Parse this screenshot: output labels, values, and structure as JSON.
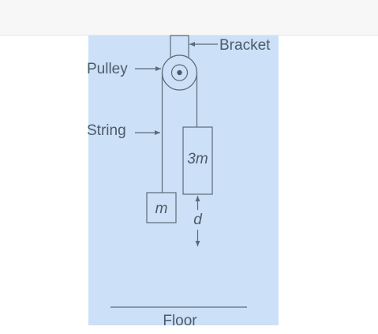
{
  "diagram": {
    "labels": {
      "bracket": "Bracket",
      "pulley": "Pulley",
      "string": "String",
      "heavy_mass": "3m",
      "light_mass": "m",
      "distance": "d",
      "floor": "Floor"
    },
    "colors": {
      "panel": "#cce1f7",
      "line": "#5c6b78",
      "text": "#4d5b69",
      "topbar": "#f7f7f7"
    }
  }
}
